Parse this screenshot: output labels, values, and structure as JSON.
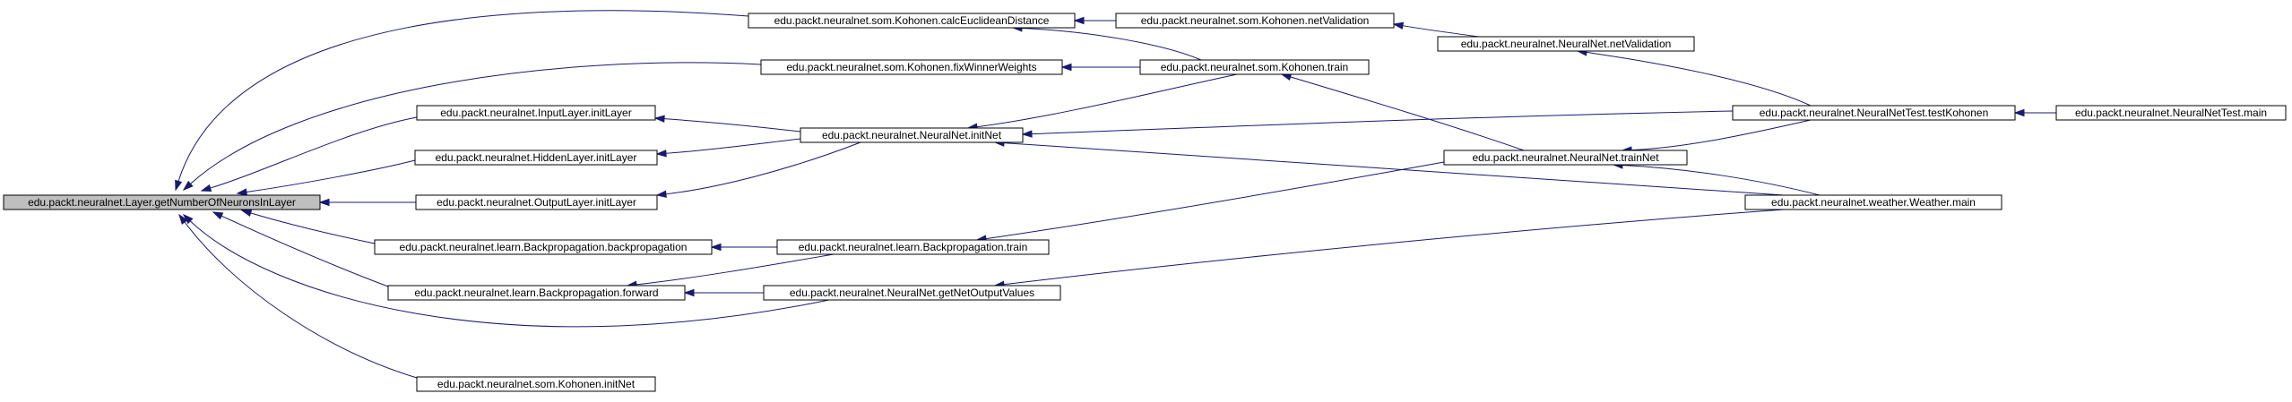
{
  "diagram": {
    "edge_color": "#191970",
    "nodes": [
      {
        "id": "root",
        "label": "edu.packt.neuralnet.Layer.getNumberOfNeuronsInLayer",
        "highlight": true,
        "highlight_color": "#bfbfbf"
      },
      {
        "id": "calcEuclid",
        "label": "edu.packt.neuralnet.som.Kohonen.calcEuclideanDistance"
      },
      {
        "id": "fixWinner",
        "label": "edu.packt.neuralnet.som.Kohonen.fixWinnerWeights"
      },
      {
        "id": "inputInit",
        "label": "edu.packt.neuralnet.InputLayer.initLayer"
      },
      {
        "id": "hiddenInit",
        "label": "edu.packt.neuralnet.HiddenLayer.initLayer"
      },
      {
        "id": "outputInit",
        "label": "edu.packt.neuralnet.OutputLayer.initLayer"
      },
      {
        "id": "bpBackprop",
        "label": "edu.packt.neuralnet.learn.Backpropagation.backpropagation"
      },
      {
        "id": "bpForward",
        "label": "edu.packt.neuralnet.learn.Backpropagation.forward"
      },
      {
        "id": "somInitNet",
        "label": "edu.packt.neuralnet.som.Kohonen.initNet"
      },
      {
        "id": "kohNetVal",
        "label": "edu.packt.neuralnet.som.Kohonen.netValidation"
      },
      {
        "id": "kohTrain",
        "label": "edu.packt.neuralnet.som.Kohonen.train"
      },
      {
        "id": "nnInitNet",
        "label": "edu.packt.neuralnet.NeuralNet.initNet"
      },
      {
        "id": "bpTrain",
        "label": "edu.packt.neuralnet.learn.Backpropagation.train"
      },
      {
        "id": "nnGetOut",
        "label": "edu.packt.neuralnet.NeuralNet.getNetOutputValues"
      },
      {
        "id": "nnNetVal",
        "label": "edu.packt.neuralnet.NeuralNet.netValidation"
      },
      {
        "id": "nnTrainNet",
        "label": "edu.packt.neuralnet.NeuralNet.trainNet"
      },
      {
        "id": "testKoh",
        "label": "edu.packt.neuralnet.NeuralNetTest.testKohonen"
      },
      {
        "id": "weatherMain",
        "label": "edu.packt.neuralnet.weather.Weather.main"
      },
      {
        "id": "testMain",
        "label": "edu.packt.neuralnet.NeuralNetTest.main"
      }
    ],
    "edges": [
      {
        "from": "calcEuclid",
        "to": "root"
      },
      {
        "from": "fixWinner",
        "to": "root"
      },
      {
        "from": "inputInit",
        "to": "root"
      },
      {
        "from": "hiddenInit",
        "to": "root"
      },
      {
        "from": "outputInit",
        "to": "root"
      },
      {
        "from": "bpBackprop",
        "to": "root"
      },
      {
        "from": "bpForward",
        "to": "root"
      },
      {
        "from": "somInitNet",
        "to": "root"
      },
      {
        "from": "nnGetOut",
        "to": "root"
      },
      {
        "from": "kohNetVal",
        "to": "calcEuclid"
      },
      {
        "from": "kohTrain",
        "to": "calcEuclid"
      },
      {
        "from": "kohTrain",
        "to": "fixWinner"
      },
      {
        "from": "nnNetVal",
        "to": "kohNetVal"
      },
      {
        "from": "testKoh",
        "to": "nnNetVal"
      },
      {
        "from": "testMain",
        "to": "testKoh"
      },
      {
        "from": "nnInitNet",
        "to": "inputInit"
      },
      {
        "from": "nnInitNet",
        "to": "hiddenInit"
      },
      {
        "from": "nnInitNet",
        "to": "outputInit"
      },
      {
        "from": "kohTrain",
        "to": "nnInitNet"
      },
      {
        "from": "testKoh",
        "to": "nnInitNet"
      },
      {
        "from": "weatherMain",
        "to": "nnInitNet"
      },
      {
        "from": "nnTrainNet",
        "to": "kohTrain"
      },
      {
        "from": "testKoh",
        "to": "nnTrainNet"
      },
      {
        "from": "weatherMain",
        "to": "nnTrainNet"
      },
      {
        "from": "nnTrainNet",
        "to": "bpTrain"
      },
      {
        "from": "bpTrain",
        "to": "bpBackprop"
      },
      {
        "from": "bpTrain",
        "to": "bpForward"
      },
      {
        "from": "nnGetOut",
        "to": "bpForward"
      },
      {
        "from": "weatherMain",
        "to": "nnGetOut"
      }
    ]
  }
}
